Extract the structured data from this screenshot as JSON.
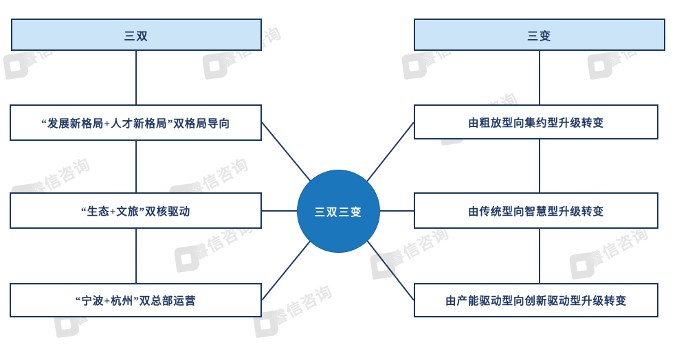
{
  "diagram": {
    "type": "hub-and-spoke-flow",
    "center": {
      "label": "三双三变",
      "fill_color": "#1b76bc",
      "text_color": "#ffffff"
    },
    "columns": [
      {
        "side": "left",
        "header": {
          "label": "三双",
          "fill_color": "#cce4f7",
          "border_color": "#17365d"
        },
        "items": [
          {
            "label": "“发展新格局+人才新格局”双格局导向"
          },
          {
            "label": "“生态+文旅”双核驱动"
          },
          {
            "label": "“宁波+杭州”双总部运营"
          }
        ]
      },
      {
        "side": "right",
        "header": {
          "label": "三变",
          "fill_color": "#cce4f7",
          "border_color": "#17365d"
        },
        "items": [
          {
            "label": "由粗放型向集约型升级转变"
          },
          {
            "label": "由传统型向智慧型升级转变"
          },
          {
            "label": "由产能驱动型向创新驱动型升级转变"
          }
        ]
      }
    ],
    "connector_color": "#1f3864"
  },
  "watermark": {
    "text": "睿信咨询",
    "color": "#e6e6e6",
    "mark_name": "ruixin-logo-mark"
  }
}
